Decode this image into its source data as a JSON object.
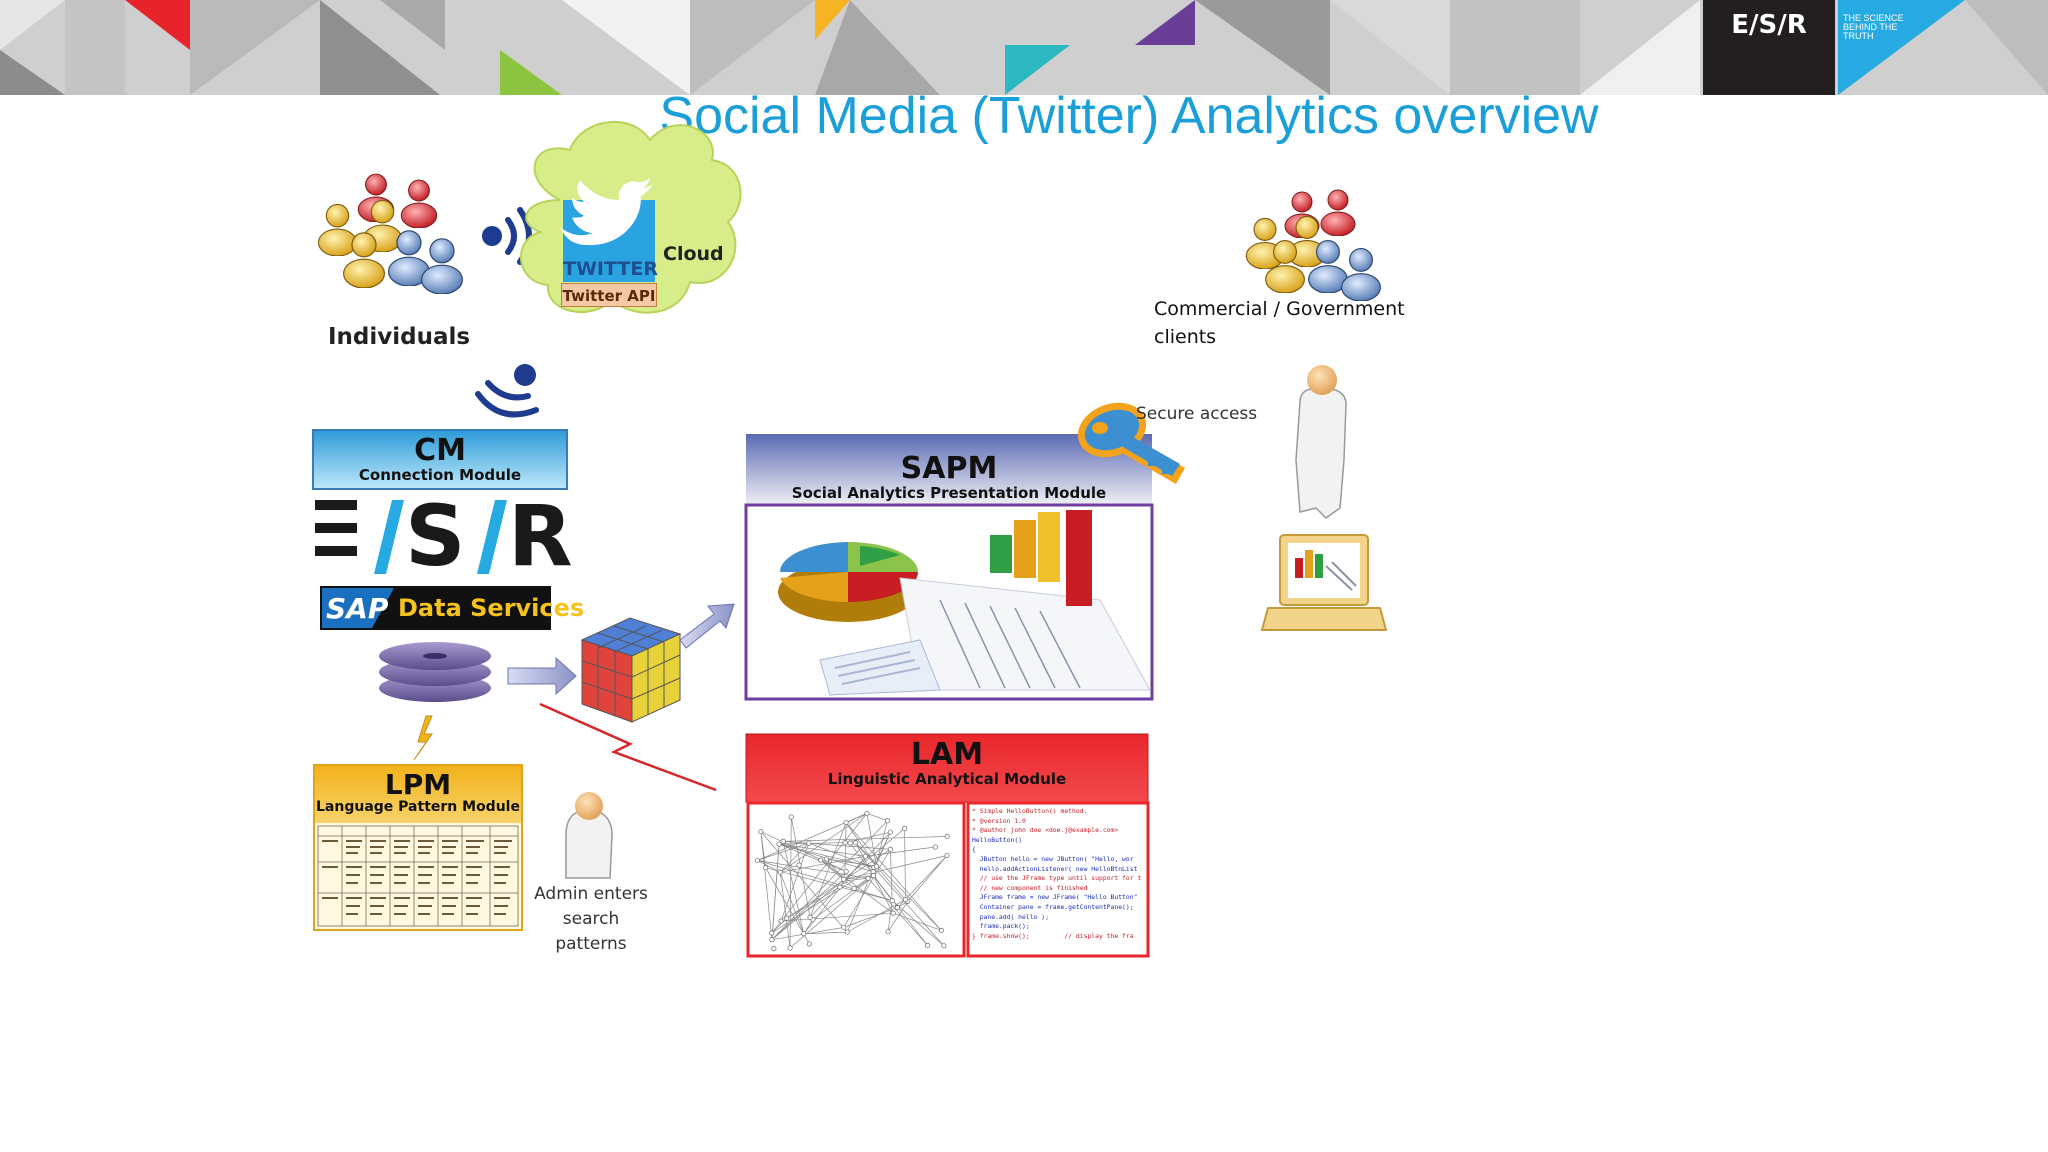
{
  "header": {
    "logo_text": "E/S/R",
    "tagline_line1": "THE SCIENCE",
    "tagline_line2": "BEHIND THE",
    "tagline_line3": "TRUTH"
  },
  "title": "Social Media (Twitter) Analytics overview",
  "diagram": {
    "individuals_label": "Individuals",
    "twitter_logo_text": "TWITTER",
    "twitter_api_label": "Twitter API",
    "cloud_label": "Cloud",
    "cm": {
      "title": "CM",
      "subtitle": "Connection Module"
    },
    "esr_logo_text": "E/S/R",
    "sap_logo_text": "SAP",
    "data_services_label": "Data Services",
    "lpm": {
      "title": "LPM",
      "subtitle": "Language Pattern Module"
    },
    "admin_label_line1": "Admin enters",
    "admin_label_line2": "search patterns",
    "sapm": {
      "title": "SAPM",
      "subtitle": "Social Analytics Presentation Module"
    },
    "lam": {
      "title": "LAM",
      "subtitle": "Linguistic Analytical Module"
    },
    "secure_access_label": "Secure access",
    "clients_label_line1": "Commercial / Government",
    "clients_label_line2": "clients",
    "code_lines": [
      "* Simple HelloButton() method.",
      "* @version 1.0",
      "* @author john doe <doe.j@example.com>",
      "HelloButton()",
      "{",
      "  JButton hello = new JButton( \"Hello, wor",
      "  hello.addActionListener( new HelloBtnList",
      "  // use the JFrame type until support for t",
      "  // new component is finished",
      "  JFrame frame = new JFrame( \"Hello Button\"",
      "  Container pane = frame.getContentPane();",
      "  pane.add( hello );",
      "  frame.pack();",
      "} frame.show();         // display the fra"
    ]
  },
  "colors": {
    "title_blue": "#1a9fd8",
    "cm_blue": "#5fc3ef",
    "sapm_purple": "#6e3fa0",
    "lam_red": "#e8262b",
    "lpm_yellow": "#f2b21b",
    "twitter_blue": "#2aa3e2",
    "cloud_green": "#d6ed8a"
  }
}
